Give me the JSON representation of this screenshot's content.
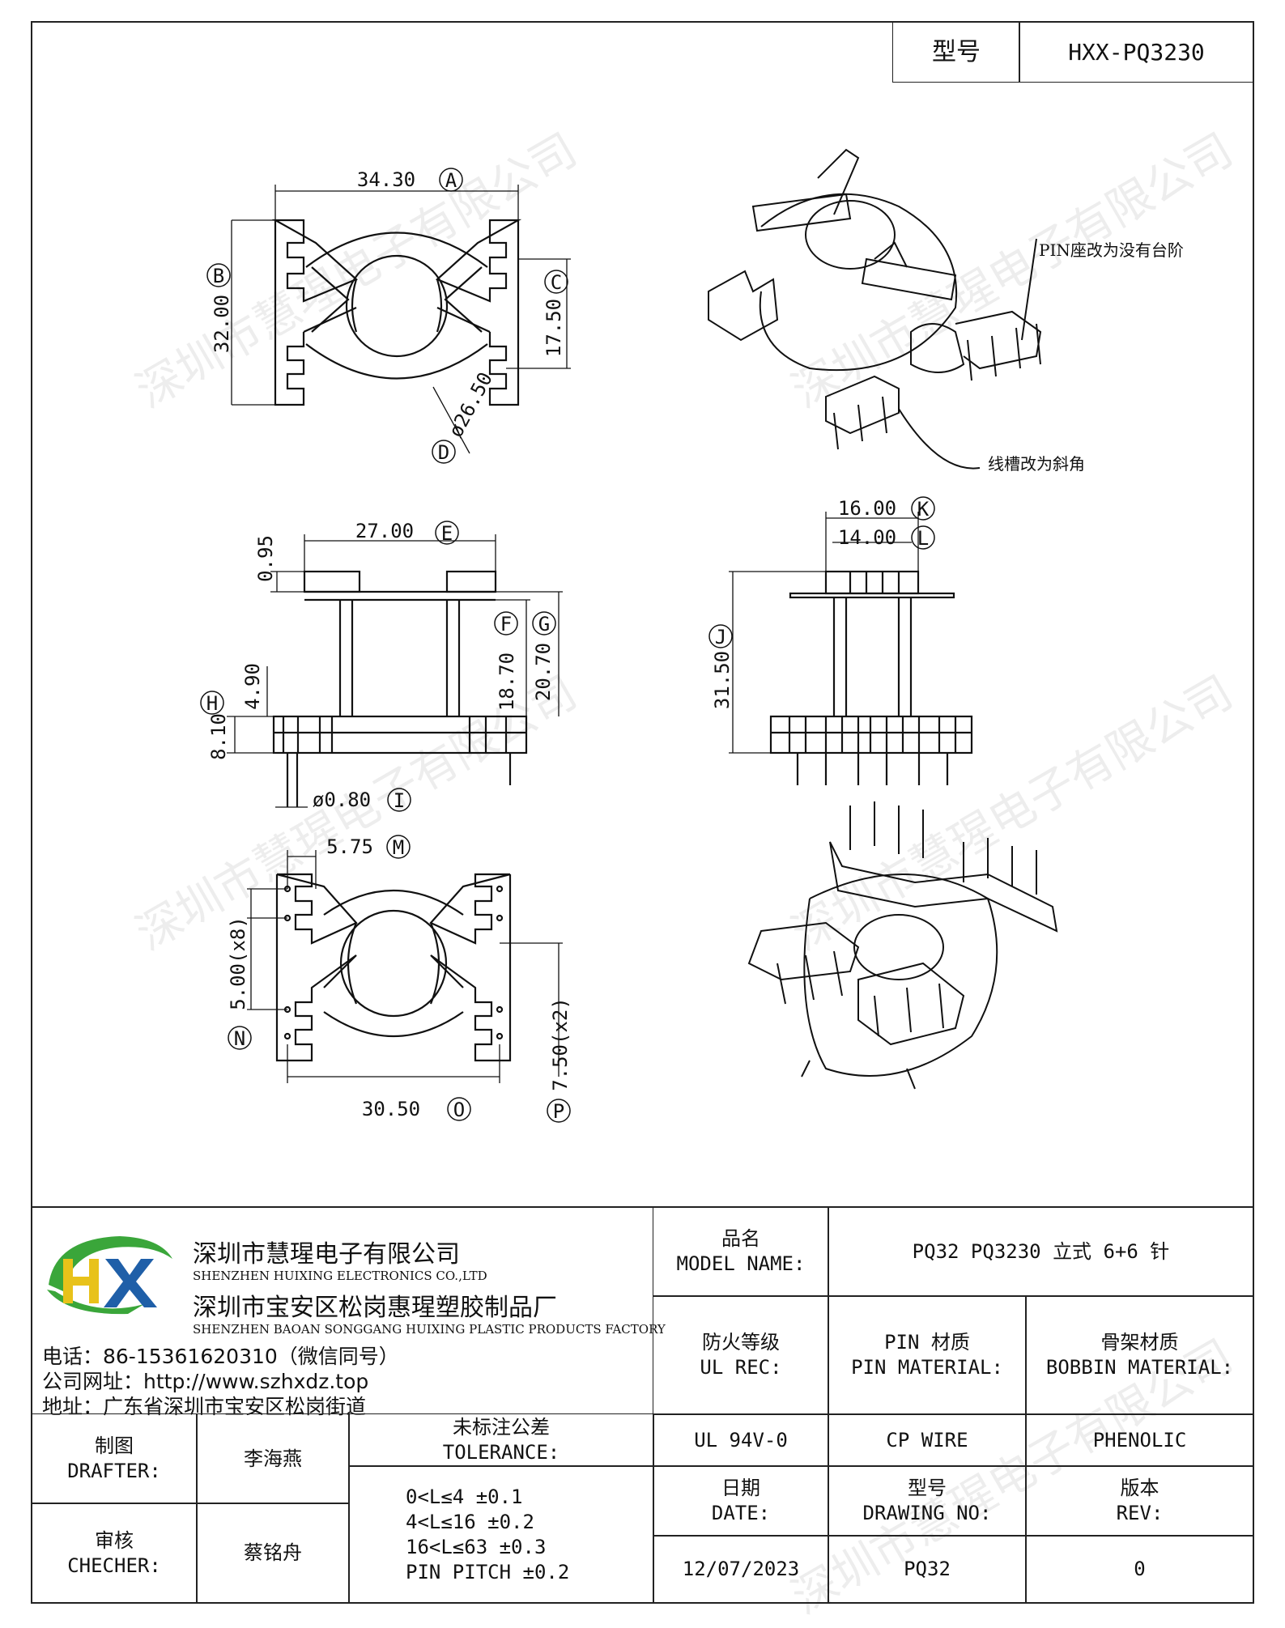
{
  "header": {
    "type_label": "型号",
    "type_value": "HXX-PQ3230"
  },
  "watermark": "深圳市慧瑆电子有限公司",
  "dimensions": {
    "A": "34.30",
    "B": "32.00",
    "C": "17.50",
    "D": "ø26.50",
    "E": "27.00",
    "e_small": "0.95",
    "F": "18.70",
    "G": "20.70",
    "H": "8.10",
    "h_small": "4.90",
    "I": "ø0.80",
    "K": "16.00",
    "L": "14.00",
    "J": "31.50",
    "M": "5.75",
    "N": "5.00(x8)",
    "O": "30.50",
    "P": "7.50(x2)"
  },
  "dim_letters": [
    "A",
    "B",
    "C",
    "D",
    "E",
    "F",
    "G",
    "H",
    "I",
    "K",
    "L",
    "J",
    "M",
    "N",
    "O",
    "P"
  ],
  "annotations": {
    "pin_note": "PIN座改为没有台阶",
    "slot_note": "线槽改为斜角"
  },
  "company": {
    "name_cn": "深圳市慧瑆电子有限公司",
    "name_en": "SHENZHEN HUIXING ELECTRONICS CO.,LTD",
    "factory_cn": "深圳市宝安区松岗惠瑆塑胶制品厂",
    "factory_en": "SHENZHEN BAOAN SONGGANG HUIXING PLASTIC PRODUCTS FACTORY",
    "phone": "电话：86-15361620310（微信同号）",
    "website": "公司网址：http://www.szhxdz.top",
    "address": "地址：广东省深圳市宝安区松岗街道",
    "logo_text": "HX",
    "colors": {
      "logo_green": "#3aa63a",
      "logo_yellow": "#e8c21a",
      "logo_blue": "#1f5fa8"
    }
  },
  "title_block": {
    "model_name_label_cn": "品名",
    "model_name_label_en": "MODEL NAME:",
    "model_name_value": "PQ32 PQ3230 立式 6+6 针",
    "fire_cn": "防火等级",
    "fire_en": "UL REC:",
    "pin_material_cn": "PIN 材质",
    "pin_material_en": "PIN MATERIAL:",
    "bobbin_material_cn": "骨架材质",
    "bobbin_material_en": "BOBBIN MATERIAL:",
    "fire_value": "UL 94V-0",
    "pin_material_value": "CP WIRE",
    "bobbin_material_value": "PHENOLIC",
    "date_cn": "日期",
    "date_en": "DATE:",
    "drawing_no_cn": "型号",
    "drawing_no_en": "DRAWING NO:",
    "rev_cn": "版本",
    "rev_en": "REV:",
    "date_value": "12/07/2023",
    "drawing_no_value": "PQ32",
    "rev_value": "0",
    "drafter_cn": "制图",
    "drafter_en": "DRAFTER:",
    "drafter_value": "李海燕",
    "checker_cn": "审核",
    "checker_en": "CHECHER:",
    "checker_value": "蔡铭舟",
    "tolerance_cn": "未标注公差",
    "tolerance_en": "TOLERANCE:",
    "tolerance_lines": [
      "0<L≤4  ±0.1",
      "4<L≤16 ±0.2",
      "16<L≤63 ±0.3",
      "PIN PITCH ±0.2"
    ]
  }
}
